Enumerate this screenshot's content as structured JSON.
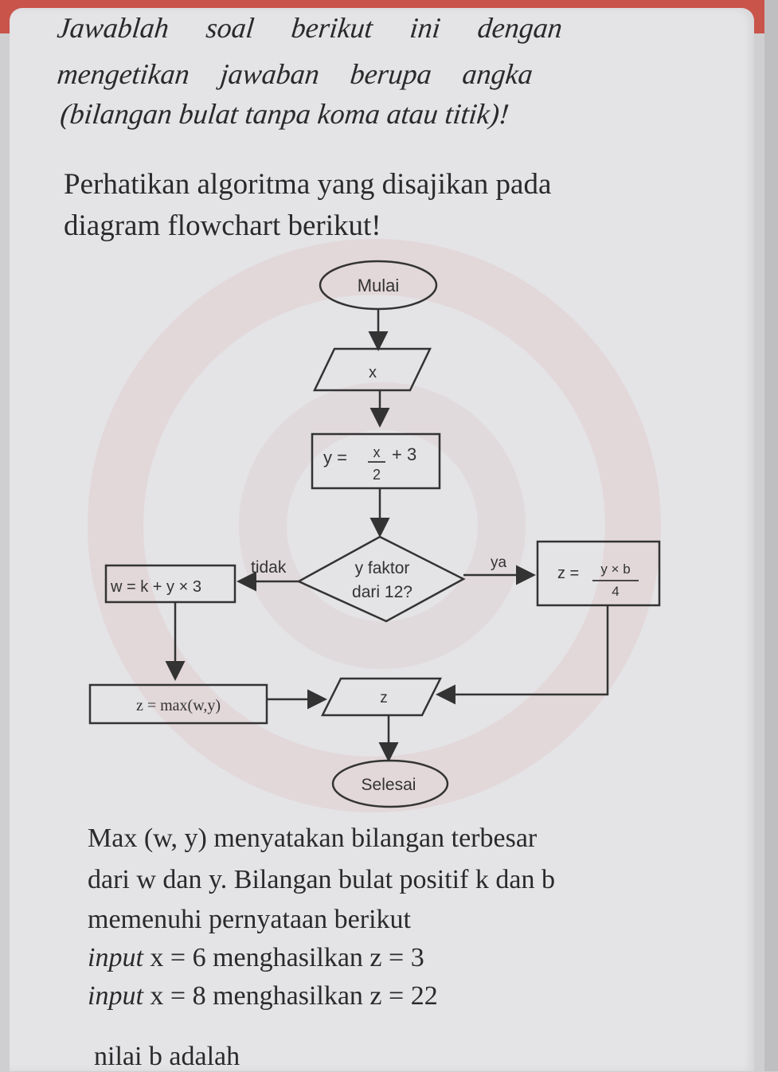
{
  "instruction": {
    "line1": "Jawablah soal berikut ini dengan",
    "line2": "mengetikan jawaban berupa angka",
    "line3": "(bilangan bulat tanpa koma atau titik)!"
  },
  "prompt": {
    "line1": "Perhatikan algoritma yang disajikan pada",
    "line2": "diagram flowchart berikut!"
  },
  "flowchart": {
    "start": "Mulai",
    "input": "x",
    "process_y": {
      "lhs": "y =",
      "num": "x",
      "den": "2",
      "tail": "+ 3"
    },
    "decision": {
      "line1": "y faktor",
      "line2": "dari 12?"
    },
    "no_label": "tidak",
    "yes_label": "ya",
    "process_w": "w = k + y × 3",
    "process_z_yes": {
      "lhs": "z =",
      "num": "y × b",
      "den": "4"
    },
    "process_z_no": "z = max(w,y)",
    "output": "z",
    "end": "Selesai"
  },
  "question": {
    "line1": "Max (w, y) menyatakan bilangan terbesar",
    "line2": "dari w dan y. Bilangan bulat positif k dan b",
    "line3": "memenuhi pernyataan berikut",
    "case1": {
      "prefix": "input",
      "text": "x = 6 menghasilkan z = 3"
    },
    "case2": {
      "prefix": "input",
      "text": "x = 8 menghasilkan z = 22"
    },
    "ask": "nilai b adalah"
  },
  "colors": {
    "header_red": "#c9544a",
    "paper": "#e4e3e6",
    "ink": "#2a2a2a"
  }
}
